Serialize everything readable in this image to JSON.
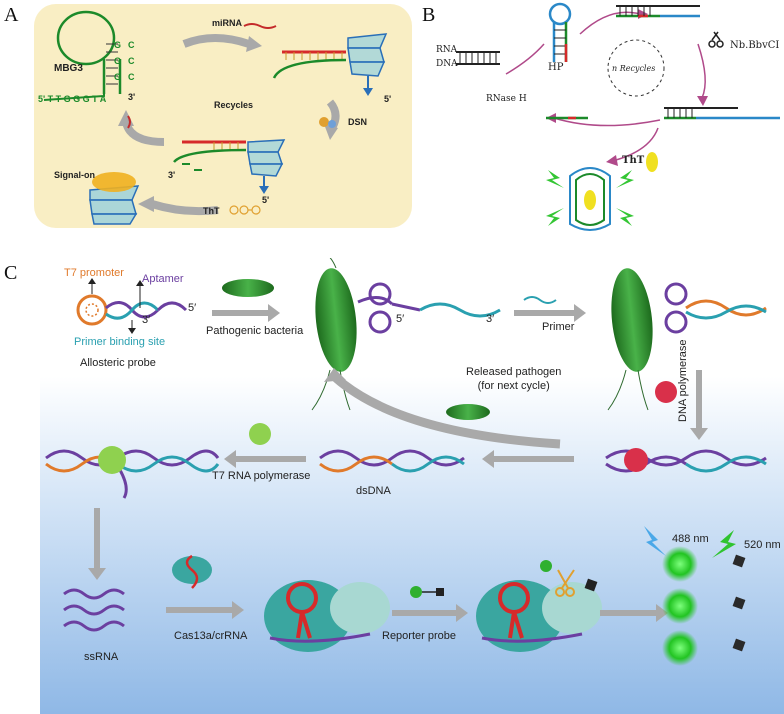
{
  "panels": {
    "a": "A",
    "b": "B",
    "c": "C"
  },
  "panel_a": {
    "probe": "MBG3",
    "target": "miRNA",
    "cycle": "Recycles",
    "enzyme": "DSN",
    "readout": "Signal-on",
    "dye": "ThT",
    "seq": "5' T T G G G T A",
    "end3_top": "3'",
    "end5_right": "5'",
    "end3_mid": "3'",
    "end5_mid": "5'",
    "stem_letters": [
      "G",
      "C",
      "G",
      "C",
      "G",
      "C"
    ]
  },
  "panel_b": {
    "rna": "RNA",
    "dna": "DNA",
    "hairpin": "HP",
    "nicking": "Nb.BbvCI",
    "rnase": "RNase H",
    "recycles": "n Recycles",
    "dye": "ThT"
  },
  "panel_c": {
    "t7_promoter": "T7 promoter",
    "aptamer": "Aptamer",
    "end5": "5′",
    "end3": "3′",
    "primer_site": "Primer binding site",
    "allosteric": "Allosteric probe",
    "bacteria": "Pathogenic bacteria",
    "bound5": "5′",
    "bound3": "3′",
    "primer": "Primer",
    "released": "Released pathogen\n(for next cycle)",
    "polymerase": "DNA polymerase",
    "t7_rna_pol": "T7 RNA polymerase",
    "dsdna": "dsDNA",
    "ssrna": "ssRNA",
    "cas": "Cas13a/crRNA",
    "reporter": "Reporter probe",
    "ex": "488 nm",
    "em": "520 nm"
  },
  "colors": {
    "panel_a_bg": "#f9eec4",
    "gray_arrow": "#a9a9a9",
    "dna_purple": "#6b3fa0",
    "dna_orange": "#e07a2b",
    "dna_teal": "#2aa0b0",
    "bacteria_green": "#2f8a2f",
    "cas_teal": "#3aa6a0",
    "crRNA_red": "#d62a2a",
    "glow_green": "#33d633"
  }
}
